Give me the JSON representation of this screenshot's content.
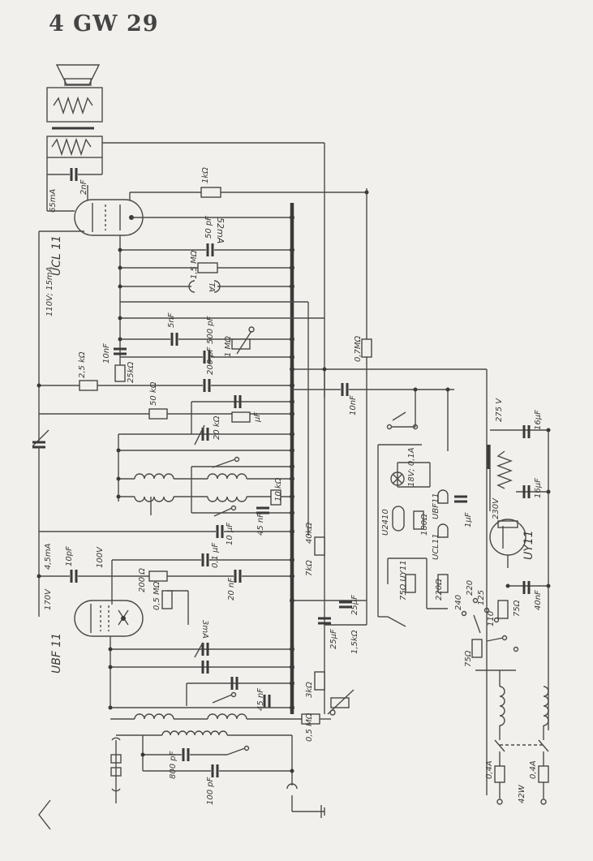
{
  "title": "4 GW 29",
  "labels": {
    "speaker_cap_current": "65mA",
    "speaker_cap": "2nF",
    "r_1k": "1kΩ",
    "ucl_tube": "UCL 11",
    "ucl_heater": "110V; 15mA",
    "ucl_current": "52mA",
    "cap_50pF": "50 pF",
    "r_1_5M": "1,5 MΩ",
    "ta": "TA",
    "cap_5nF": "5nF",
    "cap_10nF_a": "10nF",
    "r_25k": "25kΩ",
    "r_2_5k": "2,5 kΩ",
    "cap_500pF": "500 pF",
    "pot_1M": "1 MΩ",
    "cap_200pF": "200 pF",
    "r_0_7M": "0,7MΩ",
    "cap_10nF_b": "10nF",
    "r_50k": "50 kΩ",
    "cap_uF": "μF",
    "r_20k": "20 kΩ",
    "r_10k": "10 kΩ",
    "cap_45nF_a": "45 nF",
    "r_40k": "40kΩ",
    "r_7k": "7kΩ",
    "ubf_current": "4,5mA",
    "cap_10pF": "10pF",
    "v_100": "100V",
    "cap_10_uF": "10 μF",
    "cap_0_1_uF": "0,1 μF",
    "r_200": "200 Ω",
    "r_0_5M": "0,5 MΩ",
    "cap_20nF": "20 nF",
    "v_170": "170V",
    "ubf_tube": "UBF 11",
    "ubf_3ma": "3mA",
    "cap_25uF_a": "25μF",
    "cap_25uF_b": "25μF",
    "r_1_5k": "1,5kΩ",
    "r_3k": "3kΩ",
    "cap_45nF_b": "45 nF",
    "r_0_5M_b": "0,5 MΩ",
    "cap_800pF": "800 pF",
    "cap_100pF": "100 pF",
    "lamp": "18V; 0,1A",
    "u2410": "U2410",
    "r_75_uy": "75Ω UY11",
    "r_180": "180Ω",
    "ubf11_heater": "UBF11",
    "ucl11_heater": "UCL11",
    "r_220": "220Ω",
    "cap_1uF": "1μF",
    "v_240": "240",
    "v_220": "220",
    "v_125": "125",
    "v_110": "110",
    "r_75_a": "75Ω",
    "r_75_b": "75Ω",
    "v_230": "230V",
    "uy_tube": "UY11",
    "v_275": "275 V",
    "cap_16uF_a": "16μF",
    "cap_16uF_b": "16μF",
    "cap_40nF": "40nF",
    "fuse_a": "0,4A",
    "fuse_b": "0,4A",
    "w_42": "42W"
  }
}
